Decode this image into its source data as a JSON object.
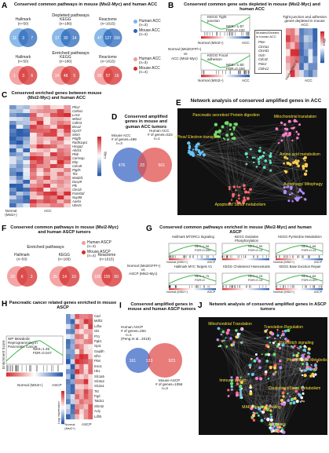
{
  "panelA": {
    "label": "A",
    "title": "Conserved common pathways in mouse (Msi2-Myc) and human ACC",
    "depleted_title": "Depleted pathways",
    "enriched_title": "Enriched pathways",
    "venn_depleted": [
      {
        "name": "Hallmark",
        "n": "(n=50)",
        "left": "11",
        "mid": "3",
        "right": "7"
      },
      {
        "name": "KEGG",
        "n": "(n=186)",
        "left": "17",
        "mid": "30",
        "right": "14"
      },
      {
        "name": "Reactome",
        "n": "(n=1615)",
        "left": "47",
        "mid": "127",
        "right": "156"
      }
    ],
    "venn_enriched": [
      {
        "name": "Hallmark",
        "n": "(n=50)",
        "left": "1",
        "mid": "3",
        "right": "6"
      },
      {
        "name": "KEGG",
        "n": "(n=186)",
        "left": "24",
        "mid": "48",
        "right": "5"
      },
      {
        "name": "Reactome",
        "n": "(n=1615)",
        "left": "20",
        "mid": "57",
        "right": "16"
      }
    ],
    "legend_depleted": [
      {
        "text": "Human ACC",
        "sub": "(n=3)",
        "color": "#7fb2e5"
      },
      {
        "text": "Mouse ACC",
        "sub": "(n=4)",
        "color": "#2a65b8"
      }
    ],
    "legend_enriched": [
      {
        "text": "Human ACC",
        "sub": "(n=3)",
        "color": "#f29b9b"
      },
      {
        "text": "Mouse ACC",
        "sub": "(n=4)",
        "color": "#d42d2d"
      }
    ]
  },
  "panelB": {
    "label": "B",
    "title": "Conserved common gene sets depleted in mouse (Msi2-Myc) and human ACC",
    "gsea1_name": "KEGG Tight junction",
    "gsea1_stats": "NES=-1.67 FDR=0.132",
    "gsea2_name": "KEGG Focal adhesion",
    "gsea2_stats": "NES=-1.60 FDR=0.193",
    "axis_left": "Normal (MSI2+)",
    "axis_right": "ACC",
    "compare_top": "Normal (Msi2GFP/+)",
    "compare_vs": "vs",
    "compare_bottom": "ACC (Msi2-Myc)",
    "box_title": "Mutated/Deleted in human ACC",
    "box_genes": [
      "Pten",
      "Ctnna1",
      "Ctnnd1",
      "Ocln",
      "Cdc42",
      "Prkcz",
      "Cldn12"
    ],
    "heat_title": "Tight junction and adhesion genes depleted in mouse ACC",
    "heat_x": [
      "Normal (Msi2+)",
      "ACC"
    ],
    "scale_label": "Log₂"
  },
  "panelC": {
    "label": "C",
    "title": "Conserved enriched genes between mouse (Msi2-Myc) and human ACC",
    "genes": [
      "Pbx2",
      "Col5a1",
      "Lrrc6",
      "Mdm2",
      "Cdkn3",
      "Brca2",
      "Gpr37",
      "Smtn",
      "Pdgfb",
      "Rad51ap1",
      "Hmga2",
      "Abcb1",
      "Pkib",
      "Camsap",
      "Ebp",
      "Cdca9",
      "Ptgds",
      "Tk1",
      "Mad2l1",
      "Dusp9",
      "Plk",
      "Cks1b",
      "Fam83d",
      "Nup98",
      "Aurka",
      "Ube2c"
    ],
    "x_labels": [
      "Normal (Msi2+)",
      "ACC"
    ],
    "scale_label": "Log₂"
  },
  "panelD": {
    "label": "D",
    "title": "Conserved amplified genes in mouse and guman ACC tumors",
    "left_title": "Mouse ACC",
    "left_sub1": "# of genes=499",
    "left_sub2": "n=3",
    "right_title": "Human ACC",
    "right_sub1": "# of genes=524",
    "right_sub2": "n=1",
    "left": "476",
    "mid": "23",
    "right": "501"
  },
  "panelE": {
    "label": "E",
    "title": "Network analysis of conserved amplified genes in ACC",
    "clusters": [
      "Pancreatic secretion/ Protein digestion",
      "Mitochondrial translation",
      "Ox/Phos/ Electron transport",
      "Amino acid metabolism",
      "Autophagy/ Mitophagy",
      "Apoptosis/ Sulfur metabolism"
    ]
  },
  "panelF": {
    "label": "F",
    "title": "Conserved common pathways in mouse (Msi2-Myc) and human ASCP tumors",
    "enriched_title": "Enriched pathways",
    "legend": [
      {
        "text": "Human ASCP",
        "sub": "(n=4)",
        "color": "#f29b9b"
      },
      {
        "text": "Mouse ASCP",
        "sub": "(n=4)",
        "color": "#d42d2d"
      }
    ],
    "venn": [
      {
        "name": "Hallmark",
        "n": "(n=50)",
        "left": "20",
        "mid": "6",
        "right": "3"
      },
      {
        "name": "KEGG",
        "n": "(n=186)",
        "left": "35",
        "mid": "14",
        "right": "10"
      },
      {
        "name": "Reactome",
        "n": "(n=1615)",
        "left": "195",
        "mid": "155",
        "right": "50"
      }
    ]
  },
  "panelG": {
    "label": "G",
    "title": "Conserved common pathways enriched in mouse (Msi2-Myc) and human ASCP",
    "compare_top": "Normal (Msi2GFP/+)",
    "compare_vs": "vs",
    "compare_bottom": "ASCP (Msi2-Myc)",
    "plots": [
      {
        "name": "Hallmark MTORC1 Signaling",
        "nes": "NES=1.58",
        "fdr": "FDR=0.052"
      },
      {
        "name": "KEGG Oxidative Phosphorylation",
        "nes": "NES=1.59",
        "fdr": "FDR=0.14"
      },
      {
        "name": "KEGG Pyrimidine Metabolism",
        "nes": "NES=1.68",
        "fdr": "FDR=0.14"
      },
      {
        "name": "Hallmark MYC Targets V1",
        "nes": "NES=1.75",
        "fdr": "FDR=0"
      },
      {
        "name": "KEGG Cholesterol Homeostasis",
        "nes": "NES=1.25",
        "fdr": "FDR=0.14"
      },
      {
        "name": "KEGG Base Excision Repair",
        "nes": "NES=1.65",
        "fdr": "FDR=0.007"
      }
    ],
    "axis_left": "Normal (MSI2+)",
    "axis_right": "ASCP"
  },
  "panelH": {
    "label": "H",
    "title": "Pancreatic cancer related genes enriched in mouse ASCP",
    "gsea_name": "WP Metabolic Reprogramming in Pancreatic Cancer",
    "gsea_stats": "NES=1.45 FDR=0.047",
    "ylabel": "Enrichment Score",
    "axis_left": "Normal (MSI2+)",
    "axis_right": "ASCP",
    "genes": [
      "Cad",
      "Mdh2",
      "Ldha",
      "Gls",
      "Fh1",
      "Pgk1",
      "Gpi1",
      "Gapdh",
      "Idh1",
      "Pkm",
      "Eno1",
      "Hk1",
      "Slc1a5",
      "Slc3a2",
      "Slc2a1",
      "Tkt",
      "Pgd",
      "Taldo1",
      "Shmt2",
      "Acly",
      "Ldhb"
    ],
    "x_labels": [
      "Normal (Msi2+)",
      "ASCP"
    ],
    "scale_label": "Log₂ expression"
  },
  "panelI": {
    "label": "I",
    "title": "Conserved amplified genes in mouse and human ASCP tumors",
    "left_title": "Human ASCP",
    "left_sub1": "# of genes=294",
    "left_sub2": "n=1",
    "left_sub3": "(Peng et al., 2019)",
    "right_title": "Mouse ASCP",
    "right_sub1": "# of genes=1056",
    "right_sub2": "n=3",
    "left": "161",
    "mid": "133",
    "right": "923"
  },
  "panelJ": {
    "label": "J",
    "title": "Network analysis of conserved amplified genes in ASCP tumors",
    "clusters": [
      "Mitochondrial Translation",
      "Translation Regulation",
      "Rho/Notch signaling",
      "Phospholipid Metabolism",
      "Immune system",
      "Cholesterol/Sterol Metabolism",
      "MAP Kinase Signaling",
      "Apoptosis"
    ]
  },
  "colors": {
    "blue_light": "#7fb2e5",
    "blue_dark": "#2a65b8",
    "red_light": "#f29b9b",
    "red_dark": "#d42d2d",
    "gsea_green": "#3cb84a",
    "network_bg": "#111111"
  }
}
